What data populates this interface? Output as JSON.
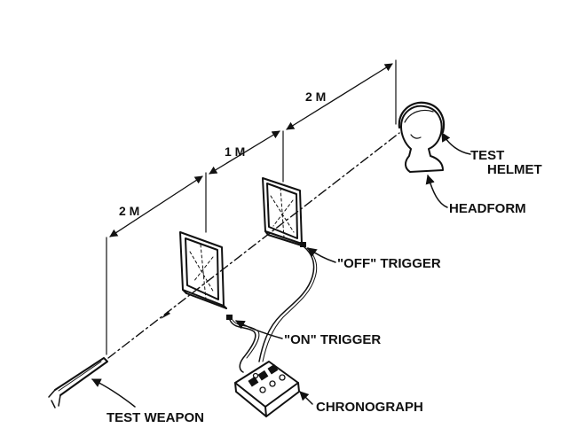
{
  "labels": {
    "dim_two_m_near": "2 M",
    "dim_one_m": "1 M",
    "dim_two_m_far": "2 M",
    "test_helmet_line1": "TEST",
    "test_helmet_line2": "HELMET",
    "headform": "HEADFORM",
    "off_trigger": "\"OFF\" TRIGGER",
    "on_trigger": "\"ON\" TRIGGER",
    "chronograph": "CHRONOGRAPH",
    "test_weapon": "TEST WEAPON"
  },
  "colors": {
    "ink": "#111111",
    "background": "#ffffff"
  }
}
